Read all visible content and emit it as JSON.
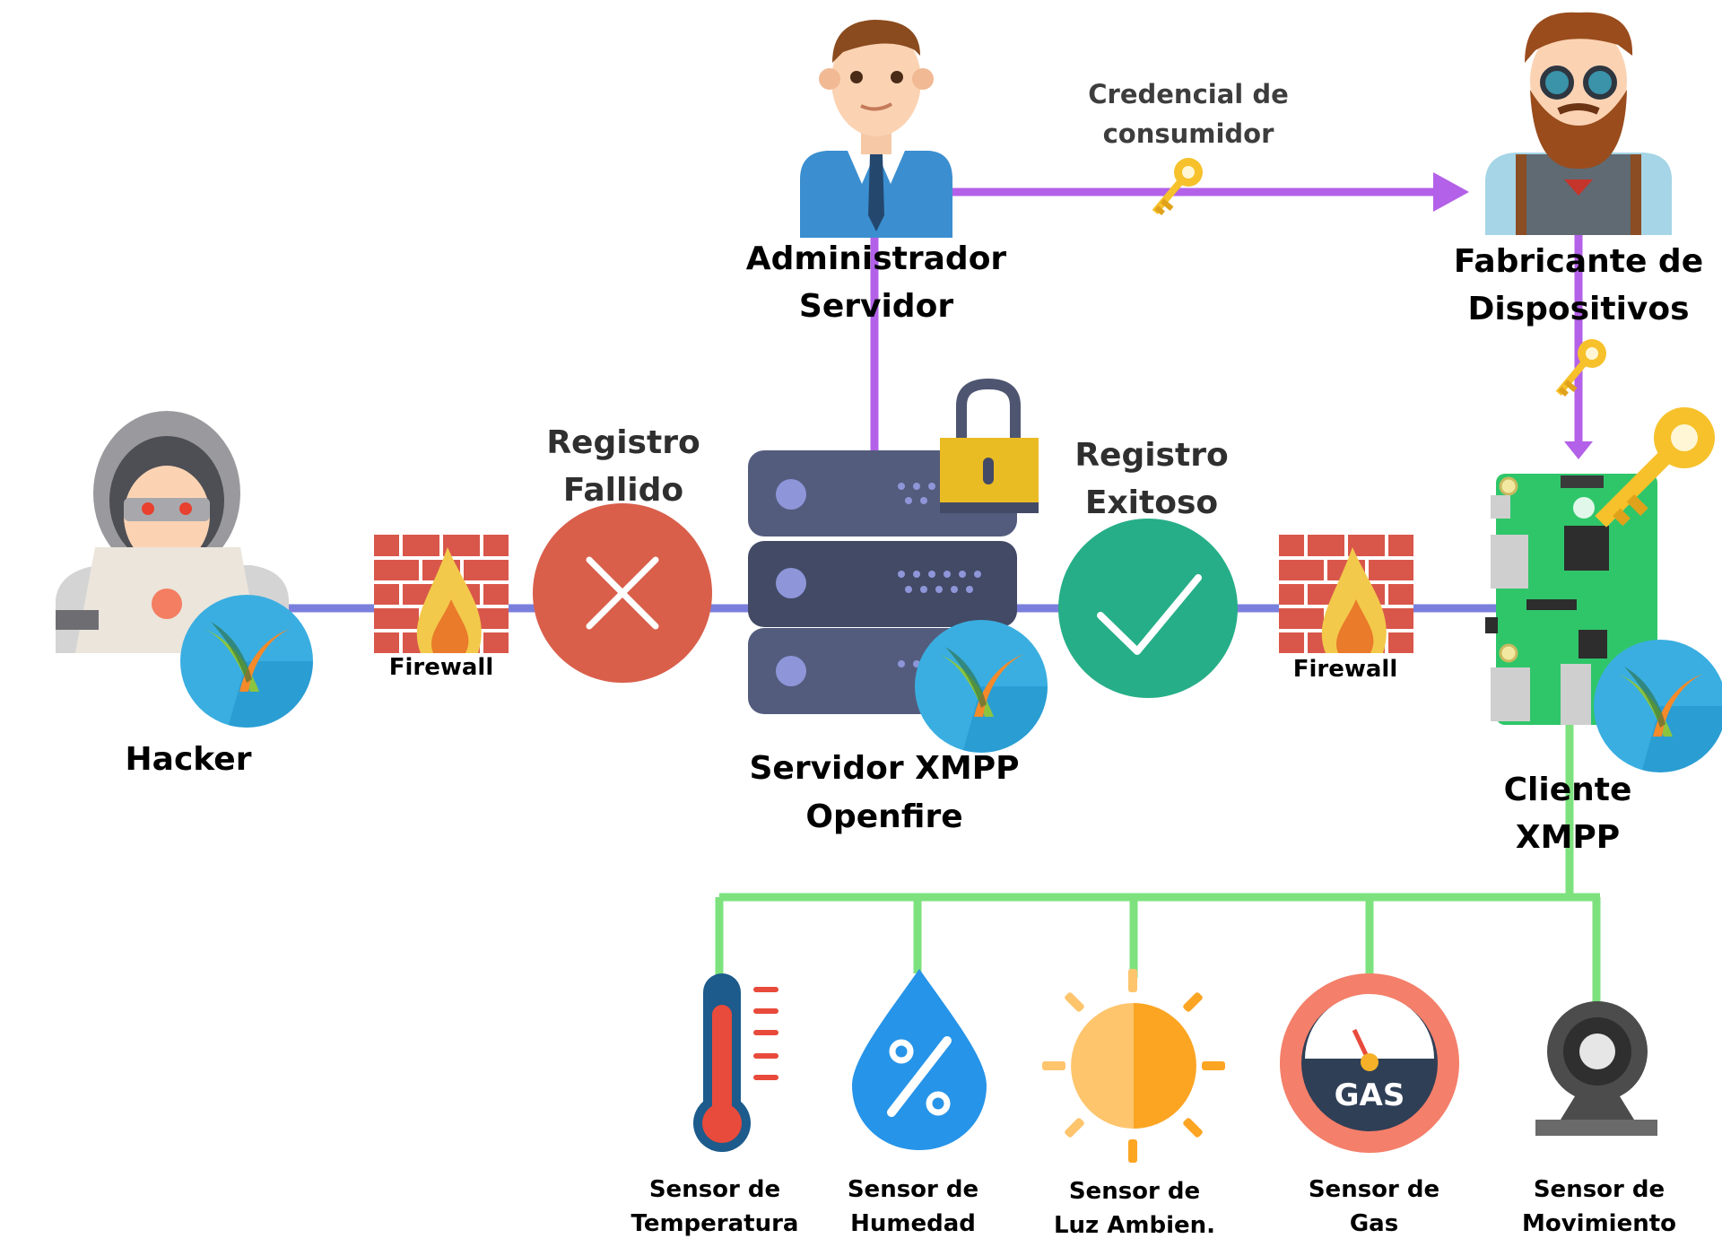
{
  "nodes": {
    "admin": {
      "line1": "Administrador",
      "line2": "Servidor"
    },
    "manufacturer": {
      "line1": "Fabricante de",
      "line2": "Dispositivos"
    },
    "hacker": {
      "label": "Hacker"
    },
    "server": {
      "line1": "Servidor XMPP",
      "line2": "Openfire"
    },
    "client": {
      "line1": "Cliente",
      "line2": "XMPP"
    }
  },
  "edges": {
    "credential": {
      "line1": "Credencial de",
      "line2": "consumidor"
    }
  },
  "status": {
    "failed": {
      "line1": "Registro",
      "line2": "Fallido"
    },
    "success": {
      "line1": "Registro",
      "line2": "Exitoso"
    }
  },
  "firewalls": {
    "left": "Firewall",
    "right": "Firewall"
  },
  "sensors": [
    {
      "line1": "Sensor de",
      "line2": "Temperatura",
      "icon": "thermometer-icon"
    },
    {
      "line1": "Sensor de",
      "line2": "Humedad",
      "icon": "humidity-drop-icon"
    },
    {
      "line1": "Sensor de",
      "line2": "Luz Ambien.",
      "icon": "sun-icon"
    },
    {
      "line1": "Sensor de",
      "line2": "Gas",
      "icon": "gas-gauge-icon"
    },
    {
      "line1": "Sensor de",
      "line2": "Movimiento",
      "icon": "webcam-icon"
    }
  ],
  "gas_gauge_text": "GAS",
  "colors": {
    "network_line": "#7b7fdc",
    "credential_line": "#b361e8",
    "sensor_line": "#7de27d",
    "failed": "#d95f4b",
    "success": "#26ae88",
    "xmpp_badge": "#3aaee0"
  }
}
